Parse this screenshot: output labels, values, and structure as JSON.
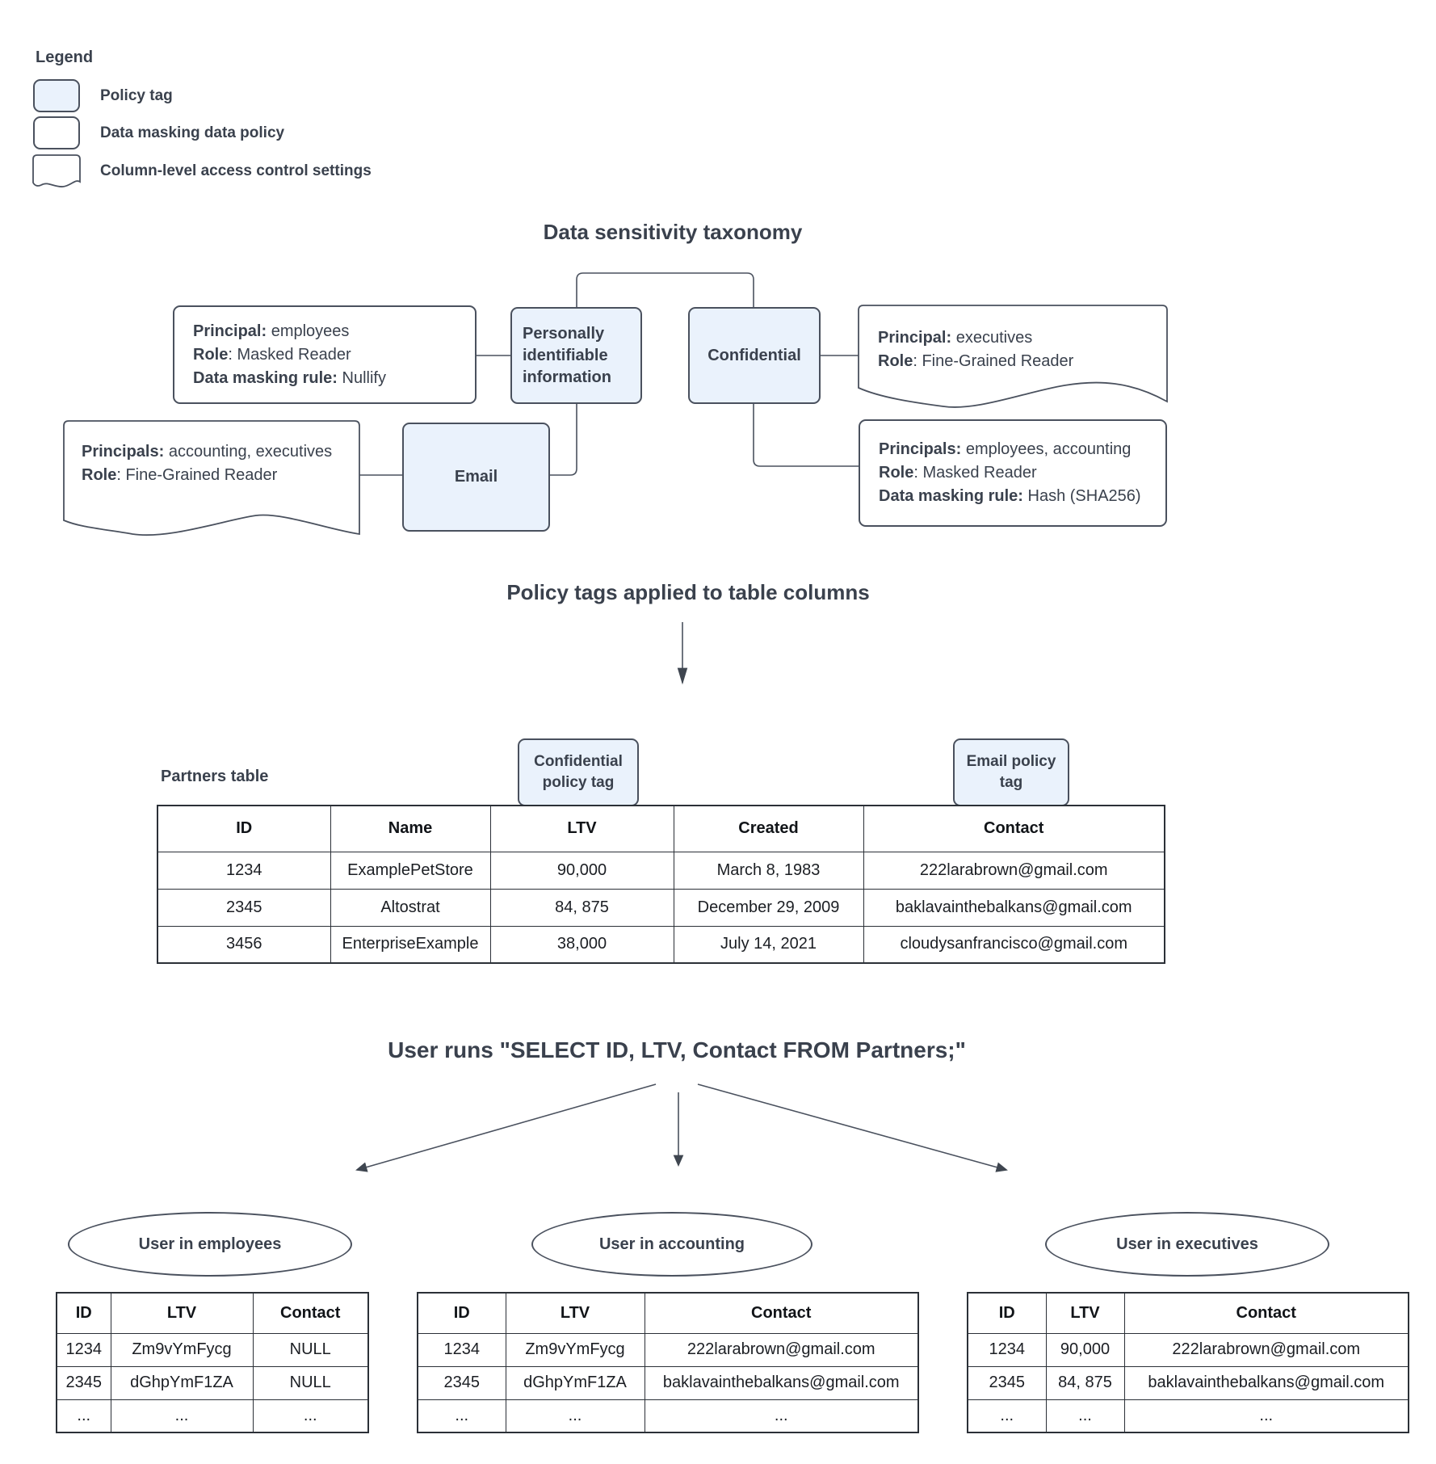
{
  "colors": {
    "fill": "#eaf2fc",
    "outline": "#4a515e",
    "heading-text": "#3a414d",
    "table-border": "#2b3037",
    "cell-text": "#1b1e23"
  },
  "legend": {
    "title": "Legend",
    "items": [
      {
        "swatch": "policy-tag",
        "label": "Policy tag"
      },
      {
        "swatch": "data-masking-data-policy",
        "label": "Data masking data policy"
      },
      {
        "swatch": "column-level-access-control",
        "label": "Column-level access control settings"
      }
    ]
  },
  "taxonomy": {
    "title": "Data sensitivity taxonomy",
    "nodes": {
      "pii": {
        "label": "Personally identifiable information"
      },
      "confidential": {
        "label": "Confidential"
      },
      "email": {
        "label": "Email"
      }
    },
    "policy_boxes": {
      "nullify": {
        "lines": [
          {
            "label": "Principal:",
            "text": " employees"
          },
          {
            "label": "Role",
            "text": ": Masked Reader"
          },
          {
            "label": "Data masking rule:",
            "text": " Nullify"
          }
        ]
      },
      "executives_access": {
        "lines": [
          {
            "label": "Principal:",
            "text": " executives"
          },
          {
            "label": "Role",
            "text": ": Fine-Grained Reader"
          }
        ]
      },
      "accounting_access": {
        "lines": [
          {
            "label": "Principals:",
            "text": " accounting, executives"
          },
          {
            "label": "Role",
            "text": ": Fine-Grained Reader"
          }
        ]
      },
      "hash": {
        "lines": [
          {
            "label": "Principals:",
            "text": " employees, accounting"
          },
          {
            "label": "Role",
            "text": ": Masked Reader"
          },
          {
            "label": "Data masking rule:",
            "text": " Hash (SHA256)"
          }
        ]
      }
    }
  },
  "sections": {
    "policy_tags_title": "Policy tags applied to table columns",
    "query_title": "User runs \"SELECT ID, LTV, Contact FROM Partners;\""
  },
  "partners": {
    "label": "Partners table",
    "tags": {
      "confidential": "Confidential policy tag",
      "email": "Email policy tag"
    },
    "headers": [
      "ID",
      "Name",
      "LTV",
      "Created",
      "Contact"
    ],
    "rows": [
      [
        "1234",
        "ExamplePetStore",
        "90,000",
        "March 8, 1983",
        "222larabrown@gmail.com"
      ],
      [
        "2345",
        "Altostrat",
        "84, 875",
        "December 29, 2009",
        "baklavainthebalkans@gmail.com"
      ],
      [
        "3456",
        "EnterpriseExample",
        "38,000",
        "July 14, 2021",
        "cloudysanfrancisco@gmail.com"
      ]
    ]
  },
  "results": [
    {
      "user": "User in employees",
      "headers": [
        "ID",
        "LTV",
        "Contact"
      ],
      "rows": [
        [
          "1234",
          "Zm9vYmFycg",
          "NULL"
        ],
        [
          "2345",
          "dGhpYmF1ZA",
          "NULL"
        ],
        [
          "...",
          "...",
          "..."
        ]
      ]
    },
    {
      "user": "User in accounting",
      "headers": [
        "ID",
        "LTV",
        "Contact"
      ],
      "rows": [
        [
          "1234",
          "Zm9vYmFycg",
          "222larabrown@gmail.com"
        ],
        [
          "2345",
          "dGhpYmF1ZA",
          "baklavainthebalkans@gmail.com"
        ],
        [
          "...",
          "...",
          "..."
        ]
      ]
    },
    {
      "user": "User in executives",
      "headers": [
        "ID",
        "LTV",
        "Contact"
      ],
      "rows": [
        [
          "1234",
          "90,000",
          "222larabrown@gmail.com"
        ],
        [
          "2345",
          "84, 875",
          "baklavainthebalkans@gmail.com"
        ],
        [
          "...",
          "...",
          "..."
        ]
      ]
    }
  ]
}
